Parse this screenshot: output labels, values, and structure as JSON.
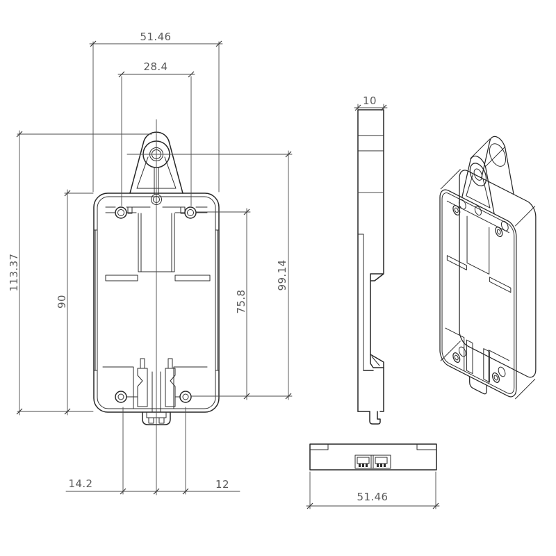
{
  "drawing": {
    "type": "engineering-drawing",
    "subject": "din-rail-mount-bracket",
    "colors": {
      "background": "#ffffff",
      "part_line": "#262626",
      "dimension_line": "#4a4a4a",
      "dimension_text": "#5a5a5a"
    },
    "views": {
      "front": {
        "name": "front-view"
      },
      "side": {
        "name": "side-view"
      },
      "bottom": {
        "name": "bottom-view"
      },
      "isometric": {
        "name": "isometric-view"
      }
    },
    "dimensions": {
      "overall_width": "51.46",
      "top_hole_spacing": "28.4",
      "overall_height": "113.37",
      "body_height": "90",
      "hole_span_vertical": "75.8",
      "hanger_to_bottom_holes": "99.14",
      "bottom_hole_left_to_center": "14.2",
      "bottom_hole_right_to_center": "12",
      "side_thickness": "10",
      "bottom_view_width": "51.46"
    }
  }
}
